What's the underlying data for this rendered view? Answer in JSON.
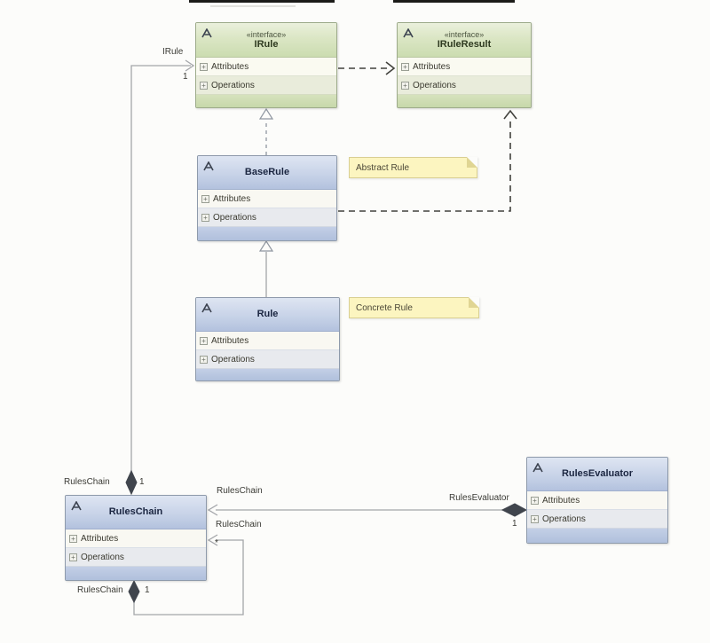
{
  "diagram": {
    "type": "uml-class-diagram",
    "background": "#fcfcfa"
  },
  "colors": {
    "interface_header": "#d9e5c2",
    "class_header": "#c3cfe6",
    "note_bg": "#fcf5c0",
    "note_border": "#d9cf92",
    "association_line": "#a3a5a9",
    "dependency_line": "#42423d",
    "diamond_fill": "#40454d"
  },
  "classes": [
    {
      "name": "IRule",
      "stereotype": "«interface»",
      "rows": [
        "Attributes",
        "Operations"
      ]
    },
    {
      "name": "IRuleResult",
      "stereotype": "«interface»",
      "rows": [
        "Attributes",
        "Operations"
      ]
    },
    {
      "name": "BaseRule",
      "rows": [
        "Attributes",
        "Operations"
      ]
    },
    {
      "name": "Rule",
      "rows": [
        "Attributes",
        "Operations"
      ]
    },
    {
      "name": "RulesChain",
      "rows": [
        "Attributes",
        "Operations"
      ]
    },
    {
      "name": "RulesEvaluator",
      "rows": [
        "Attributes",
        "Operations"
      ]
    }
  ],
  "notes": [
    {
      "text": "Abstract Rule"
    },
    {
      "text": "Concrete Rule"
    }
  ],
  "edge_labels": {
    "irule_role": "IRule",
    "irule_mult": "1",
    "chain_top_role": "RulesChain",
    "chain_top_mult": "1",
    "eval_line_role": "RulesChain",
    "eval_role": "RulesEvaluator",
    "eval_mult": "1",
    "self_target_role": "RulesChain",
    "self_target_mult": "*",
    "self_source_role": "RulesChain",
    "self_source_mult": "1"
  }
}
